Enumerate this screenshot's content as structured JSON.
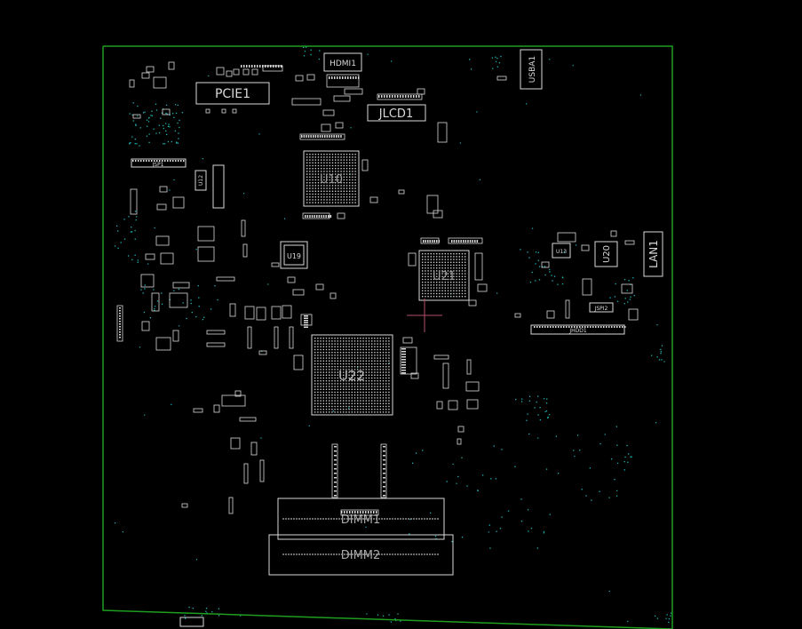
{
  "board": {
    "outline_color": "#1f9e1f",
    "silk_color": "#d9d9d9",
    "via_color": "#1fb3b3",
    "cursor_color": "#b0506a"
  },
  "labels": {
    "pcie": "PCIE1",
    "hdmi": "HDMI1",
    "jlcd": "JLCD1",
    "usba": "USBA1",
    "u10": "U10",
    "u19": "U19",
    "u21": "U21",
    "u22": "U22",
    "u20": "U20",
    "lan": "LAN1",
    "dimm1": "DIMM1",
    "dimm2": "DIMM2",
    "u13": "U13",
    "jhdd": "JHDD1",
    "jspi": "JSP1",
    "jspi2": "JSPI2",
    "u12": "U12"
  }
}
